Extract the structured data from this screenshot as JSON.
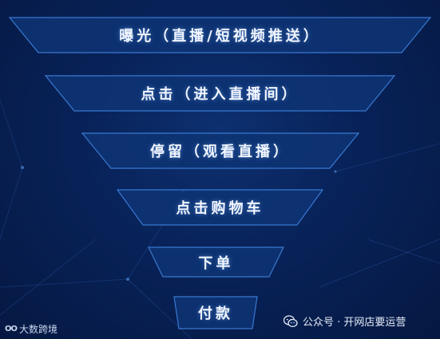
{
  "funnel": {
    "steps": [
      {
        "label": "曝光（直播/短视频推送）"
      },
      {
        "label": "点击（进入直播间）"
      },
      {
        "label": "停留（观看直播）"
      },
      {
        "label": "点击购物车"
      },
      {
        "label": "下单"
      },
      {
        "label": "付款"
      }
    ]
  },
  "watermark": {
    "brand": "大数跨境",
    "account": "公众号 · 开网店要运营"
  },
  "colors": {
    "background": "#082258",
    "step_fill": "#0e3474",
    "step_border": "#3a78d0",
    "text": "#f2f6ff"
  }
}
